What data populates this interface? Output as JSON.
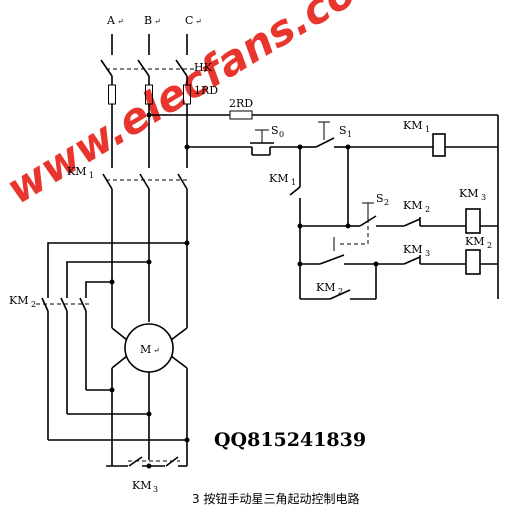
{
  "phases": {
    "a": "A",
    "b": "B",
    "c": "C"
  },
  "labels": {
    "hk": "HK",
    "fuse1": "1RD",
    "fuse2": "2RD",
    "km1_main": "KM",
    "km1_main_sub": "1",
    "km2_left": "KM",
    "km2_left_sub": "2",
    "km3_bottom": "KM",
    "km3_bottom_sub": "3",
    "motor": "M",
    "s0": "S",
    "s0_sub": "0",
    "s1": "S",
    "s1_sub": "1",
    "s2": "S",
    "s2_sub": "2",
    "km1_coil": "KM",
    "km1_coil_sub": "1",
    "km1_aux": "KM",
    "km1_aux_sub": "1",
    "km2_c1": "KM",
    "km2_c1_sub": "2",
    "km3_coil": "KM",
    "km3_coil_sub": "3",
    "km3_c1": "KM",
    "km3_c1_sub": "3",
    "km2_coil": "KM",
    "km2_coil_sub": "2",
    "km2_hold": "KM",
    "km2_hold_sub": "2"
  },
  "watermark": "www.elecfans.com",
  "qq": "QQ815241839",
  "caption": "3 按钮手动星三角起动控制电路",
  "colors": {
    "watermark": "#e8362e",
    "line": "#000000"
  }
}
